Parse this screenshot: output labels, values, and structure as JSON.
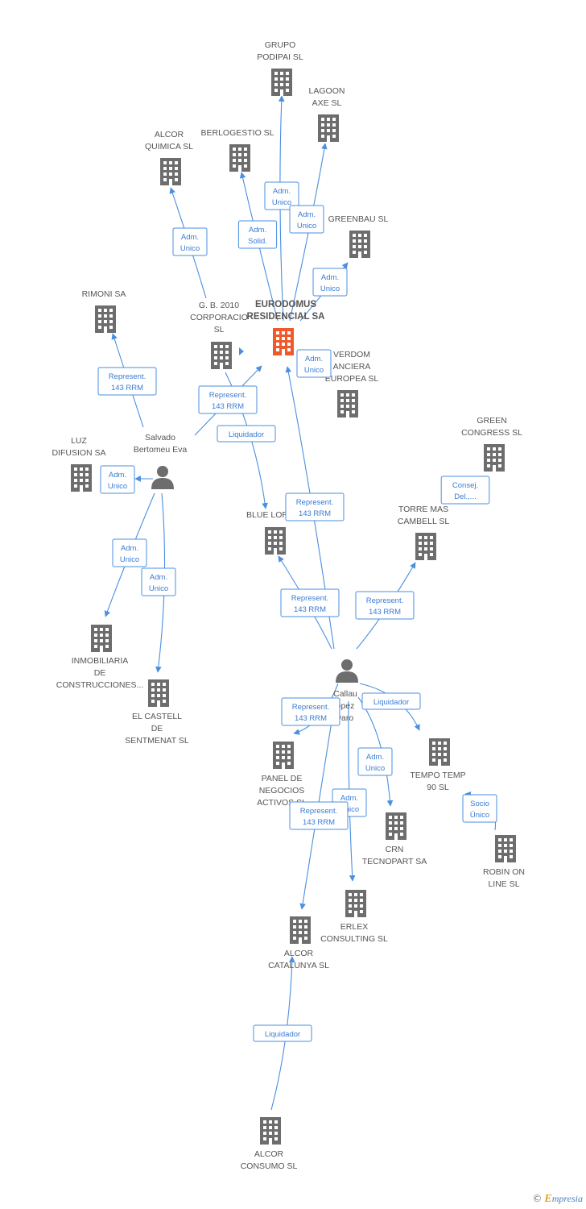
{
  "colors": {
    "building": "#6d6d6d",
    "building_main": "#f05a2a",
    "person": "#6d6d6d",
    "edge": "#4a8fe0",
    "label": "#555555"
  },
  "nodes": [
    {
      "id": "eurodomus",
      "type": "company",
      "main": true,
      "lines": [
        "EURODOMUS",
        "RESIDENCIAL SA"
      ]
    },
    {
      "id": "grupo_podipai",
      "type": "company",
      "lines": [
        "GRUPO",
        "PODIPAI SL"
      ]
    },
    {
      "id": "lagoon",
      "type": "company",
      "lines": [
        "LAGOON",
        "AXE SL"
      ]
    },
    {
      "id": "berlogestio",
      "type": "company",
      "lines": [
        "BERLOGESTIO SL"
      ]
    },
    {
      "id": "alcor_quimica",
      "type": "company",
      "lines": [
        "ALCOR",
        "QUIMICA SL"
      ]
    },
    {
      "id": "greenbau",
      "type": "company",
      "lines": [
        "GREENBAU SL"
      ]
    },
    {
      "id": "rimoni",
      "type": "company",
      "lines": [
        "RIMONI SA"
      ]
    },
    {
      "id": "gb2010",
      "type": "company",
      "lines": [
        "G. B. 2010",
        "CORPORACIO",
        "SL"
      ]
    },
    {
      "id": "verdom",
      "type": "company",
      "lines": [
        "VERDOM",
        "ANCIERA",
        "EUROPEA SL"
      ]
    },
    {
      "id": "salvado",
      "type": "person",
      "lines": [
        "Salvado",
        "Bertomeu Eva"
      ]
    },
    {
      "id": "luz",
      "type": "company",
      "lines": [
        "LUZ",
        "DIFUSION SA"
      ]
    },
    {
      "id": "green_congress",
      "type": "company",
      "lines": [
        "GREEN",
        "CONGRESS SL"
      ]
    },
    {
      "id": "torre_mas",
      "type": "company",
      "lines": [
        "TORRE MAS",
        "CAMBELL SL"
      ]
    },
    {
      "id": "blue_lor",
      "type": "company",
      "lines": [
        "BLUE LOR"
      ]
    },
    {
      "id": "inmobiliaria",
      "type": "company",
      "lines": [
        "INMOBILIARIA",
        "DE",
        "CONSTRUCCIONES..."
      ]
    },
    {
      "id": "el_castell",
      "type": "company",
      "lines": [
        "EL CASTELL",
        "DE",
        "SENTMENAT SL"
      ]
    },
    {
      "id": "callau",
      "type": "person",
      "lines": [
        "Callau",
        "opez",
        "varo"
      ]
    },
    {
      "id": "panel",
      "type": "company",
      "lines": [
        "PANEL DE",
        "NEGOCIOS",
        "ACTIVOS SL"
      ]
    },
    {
      "id": "tempo",
      "type": "company",
      "lines": [
        "TEMPO TEMP",
        "90 SL"
      ]
    },
    {
      "id": "crn",
      "type": "company",
      "lines": [
        "CRN",
        "TECNOPART SA"
      ]
    },
    {
      "id": "robin",
      "type": "company",
      "lines": [
        "ROBIN ON",
        "LINE SL"
      ]
    },
    {
      "id": "erlex",
      "type": "company",
      "lines": [
        "ERLEX",
        "CONSULTING SL"
      ]
    },
    {
      "id": "alcor_catalunya",
      "type": "company",
      "lines": [
        "ALCOR",
        "CATALUNYA SL"
      ]
    },
    {
      "id": "alcor_consumo",
      "type": "company",
      "lines": [
        "ALCOR",
        "CONSUMO SL"
      ]
    }
  ],
  "edges": [
    {
      "from": "eurodomus",
      "to": "grupo_podipai",
      "label": [
        "Adm.",
        "Unico"
      ]
    },
    {
      "from": "eurodomus",
      "to": "lagoon",
      "label": [
        "Adm.",
        "Unico"
      ]
    },
    {
      "from": "eurodomus",
      "to": "berlogestio",
      "label": [
        "Adm.",
        "Solid."
      ]
    },
    {
      "from": "eurodomus",
      "to": "greenbau",
      "label": [
        "Adm.",
        "Unico"
      ]
    },
    {
      "from": "gb2010",
      "to": "alcor_quimica",
      "label": [
        "Adm.",
        "Unico"
      ]
    },
    {
      "from": "eurodomus",
      "to": "verdom",
      "label": [
        "Adm.",
        "Unico"
      ]
    },
    {
      "from": "salvado",
      "to": "rimoni",
      "label": [
        "Represent.",
        "143 RRM"
      ]
    },
    {
      "from": "salvado",
      "to": "eurodomus",
      "label": [
        "Represent.",
        "143 RRM"
      ]
    },
    {
      "from": "gb2010",
      "to": "blue_lor",
      "label": [
        "Liquidador"
      ]
    },
    {
      "from": "salvado",
      "to": "luz",
      "label": [
        "Adm.",
        "Unico"
      ]
    },
    {
      "from": "salvado",
      "to": "inmobiliaria",
      "label": [
        "Adm.",
        "Unico"
      ]
    },
    {
      "from": "salvado",
      "to": "el_castell",
      "label": [
        "Adm.",
        "Unico"
      ]
    },
    {
      "from": "callau",
      "to": "eurodomus",
      "label": [
        "Represent.",
        "143 RRM"
      ]
    },
    {
      "from": "callau",
      "to": "blue_lor",
      "label": [
        "Represent.",
        "143 RRM"
      ]
    },
    {
      "from": "callau",
      "to": "torre_mas",
      "label": [
        "Represent.",
        "143 RRM"
      ]
    },
    {
      "from": "torre_mas",
      "to": "green_congress",
      "label": [
        "Consej.",
        "Del.,..."
      ]
    },
    {
      "from": "callau",
      "to": "tempo",
      "label": [
        "Liquidador"
      ]
    },
    {
      "from": "callau",
      "to": "panel",
      "label": [
        "Represent.",
        "143 RRM"
      ]
    },
    {
      "from": "callau",
      "to": "crn",
      "label": [
        "Adm.",
        "Unico"
      ]
    },
    {
      "from": "callau",
      "to": "erlex",
      "label": [
        "Adm.",
        "Unico"
      ]
    },
    {
      "from": "callau",
      "to": "alcor_catalunya",
      "label": [
        "Represent.",
        "143 RRM"
      ]
    },
    {
      "from": "robin",
      "to": "tempo",
      "label": [
        "Socio",
        "Único"
      ]
    },
    {
      "from": "alcor_consumo",
      "to": "alcor_catalunya",
      "label": [
        "Liquidador"
      ]
    }
  ],
  "footer": {
    "copyright": "©",
    "brand_initial": "E",
    "brand_rest": "mpresia"
  }
}
